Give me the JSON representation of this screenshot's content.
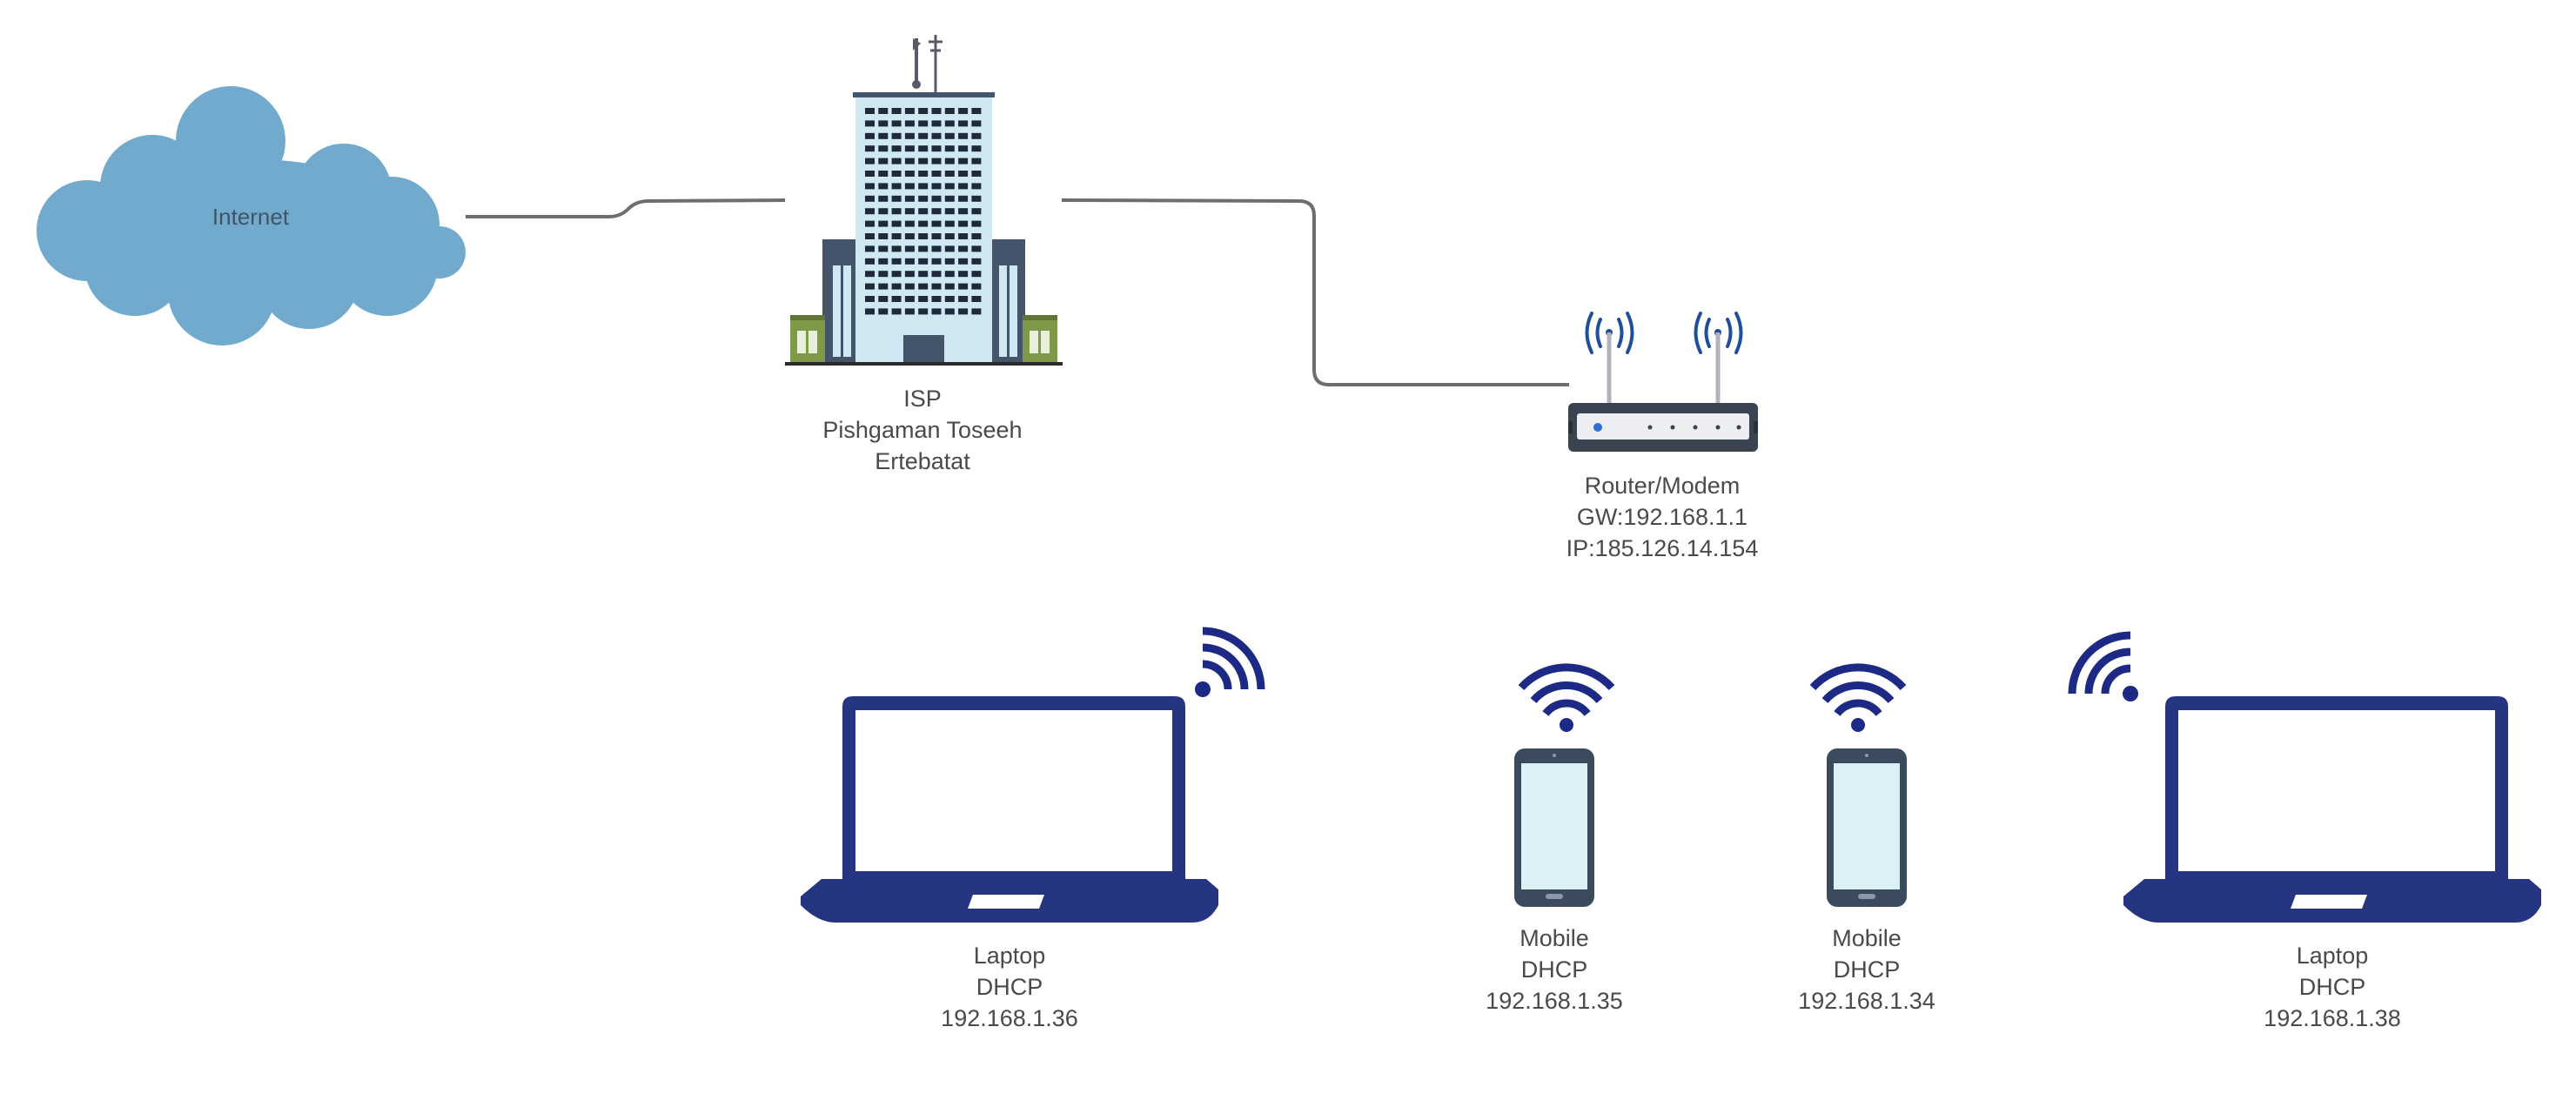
{
  "internet": {
    "label": "Internet"
  },
  "isp": {
    "lines": [
      "ISP",
      "Pishgaman Toseeh",
      "Ertebatat"
    ]
  },
  "router": {
    "lines": [
      "Router/Modem",
      "GW:192.168.1.1",
      "IP:185.126.14.154"
    ]
  },
  "devices": [
    {
      "lines": [
        "Laptop",
        "DHCP",
        "192.168.1.36"
      ]
    },
    {
      "lines": [
        "Mobile",
        "DHCP",
        "192.168.1.35"
      ]
    },
    {
      "lines": [
        "Mobile",
        "DHCP",
        "192.168.1.34"
      ]
    },
    {
      "lines": [
        "Laptop",
        "DHCP",
        "192.168.1.38"
      ]
    }
  ],
  "colors": {
    "cloud": "#72aacd",
    "building_facade": "#cfe8f2",
    "building_dark": "#44546a",
    "building_green": "#7e9a48",
    "device_navy": "#263582",
    "phone_body": "#3b4a5c",
    "phone_screen": "#dcf0f8",
    "wifi": "#1c2a86",
    "router_antenna_waves": "#1f4e9c",
    "link": "#6e6e6e"
  }
}
